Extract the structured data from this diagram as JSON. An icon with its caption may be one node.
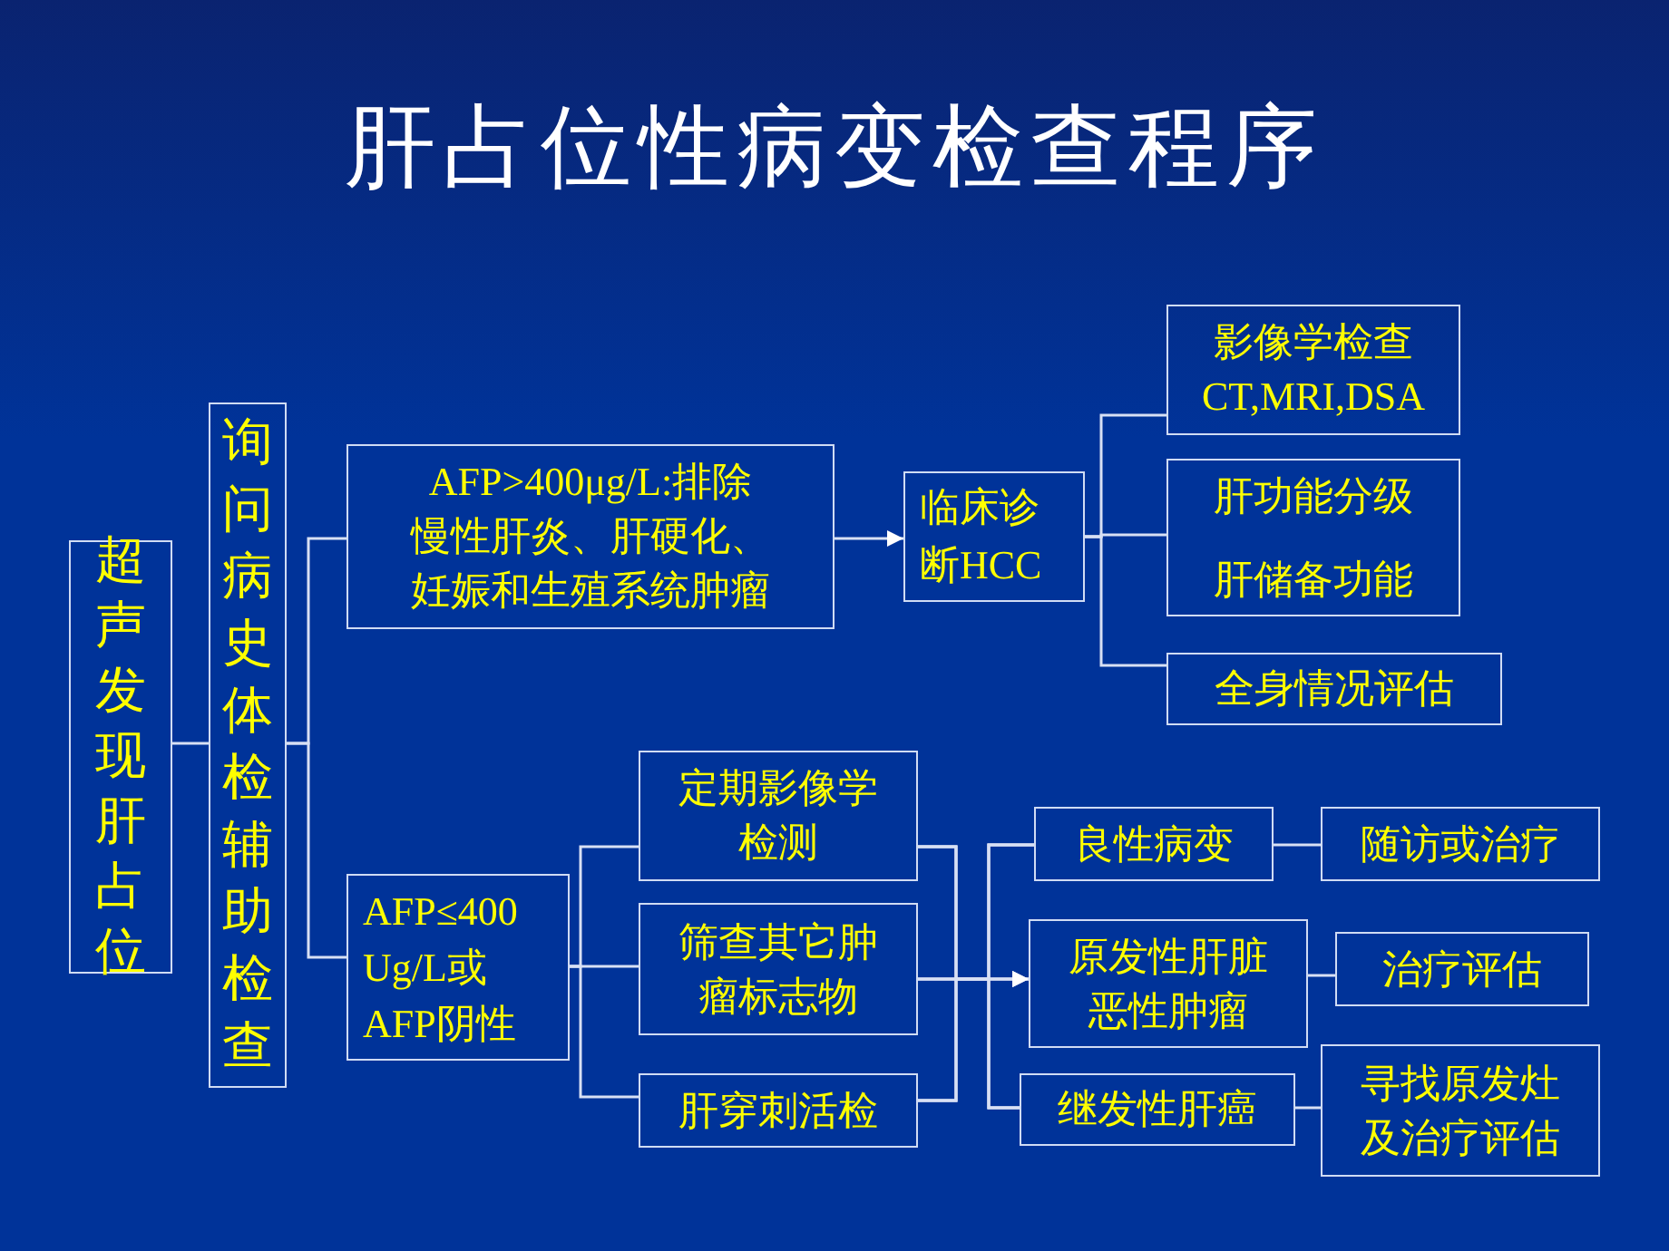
{
  "diagram": {
    "title": "肝占位性病变检查程序",
    "nodes": [
      {
        "text": [
          "超声发现肝占位"
        ]
      },
      {
        "text": [
          "询问病史体检辅助检查"
        ]
      },
      {
        "text": [
          "AFP>400μg/L:排除慢性肝炎、肝硬化、妊娠和生殖系统肿瘤"
        ]
      },
      {
        "text": [
          "AFP≤400 Ug/L或 AFP阴性"
        ]
      },
      {
        "text": [
          "临床诊断HCC"
        ]
      },
      {
        "text": [
          "影像学检查",
          "CT,MRI,DSA"
        ]
      },
      {
        "text": [
          "肝功能分级",
          "肝储备功能"
        ]
      },
      {
        "text": [
          "全身情况评估"
        ]
      },
      {
        "text": [
          "定期影像学检测"
        ]
      },
      {
        "text": [
          "筛查其它肿瘤标志物"
        ]
      },
      {
        "text": [
          "肝穿刺活检"
        ]
      },
      {
        "text": [
          "良性病变"
        ]
      },
      {
        "text": [
          "原发性肝脏恶性肿瘤"
        ]
      },
      {
        "text": [
          "继发性肝癌"
        ]
      },
      {
        "text": [
          "随访或治疗"
        ]
      },
      {
        "text": [
          "治疗评估"
        ]
      },
      {
        "text": [
          "寻找原发灶及治疗评估"
        ]
      }
    ],
    "edges": [
      {
        "from": 0,
        "to": 1,
        "arrow": "none"
      },
      {
        "from": 1,
        "to": 2,
        "arrow": "none"
      },
      {
        "from": 1,
        "to": 3,
        "arrow": "none"
      },
      {
        "from": 2,
        "to": 4,
        "arrow": "to"
      },
      {
        "from": 4,
        "to": 5,
        "arrow": "none"
      },
      {
        "from": 4,
        "to": 6,
        "arrow": "none"
      },
      {
        "from": 4,
        "to": 7,
        "arrow": "none"
      },
      {
        "from": 3,
        "to": 8,
        "arrow": "none"
      },
      {
        "from": 3,
        "to": 9,
        "arrow": "none"
      },
      {
        "from": 3,
        "to": 10,
        "arrow": "none"
      },
      {
        "from": 8,
        "to": 11,
        "arrow": "none"
      },
      {
        "from": 8,
        "to": 12,
        "arrow": "to"
      },
      {
        "from": 8,
        "to": 13,
        "arrow": "none"
      },
      {
        "from": 9,
        "to": 11,
        "arrow": "none"
      },
      {
        "from": 9,
        "to": 12,
        "arrow": "to"
      },
      {
        "from": 9,
        "to": 13,
        "arrow": "none"
      },
      {
        "from": 10,
        "to": 11,
        "arrow": "none"
      },
      {
        "from": 10,
        "to": 12,
        "arrow": "to"
      },
      {
        "from": 10,
        "to": 13,
        "arrow": "none"
      },
      {
        "from": 11,
        "to": 14,
        "arrow": "none"
      },
      {
        "from": 12,
        "to": 15,
        "arrow": "none"
      },
      {
        "from": 13,
        "to": 16,
        "arrow": "none"
      }
    ]
  }
}
